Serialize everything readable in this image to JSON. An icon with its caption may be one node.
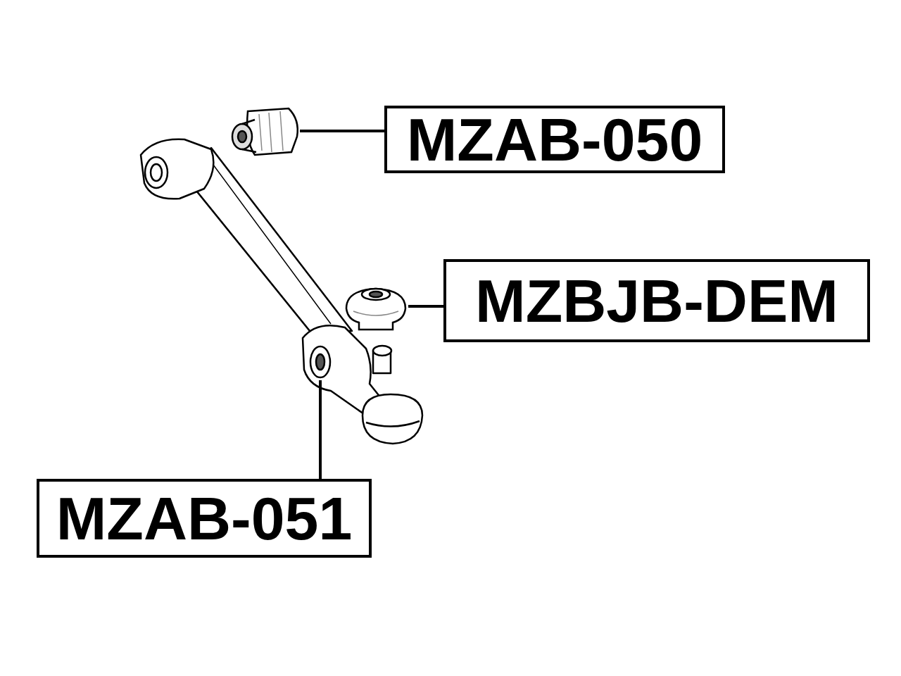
{
  "diagram": {
    "nodes": [
      {
        "text": [
          "MZAB-050"
        ]
      },
      {
        "text": [],
        "shape": "picture"
      },
      {
        "text": [
          "MZBJB-DEM"
        ]
      },
      {
        "text": [],
        "shape": "picture"
      },
      {
        "text": [
          "MZAB-051"
        ]
      },
      {
        "text": [],
        "shape": "picture"
      }
    ],
    "edges": [
      {
        "from": 0,
        "to": 1,
        "arrow": "none"
      },
      {
        "from": 2,
        "to": 3,
        "arrow": "none"
      },
      {
        "from": 4,
        "to": 5,
        "arrow": "none"
      }
    ]
  }
}
